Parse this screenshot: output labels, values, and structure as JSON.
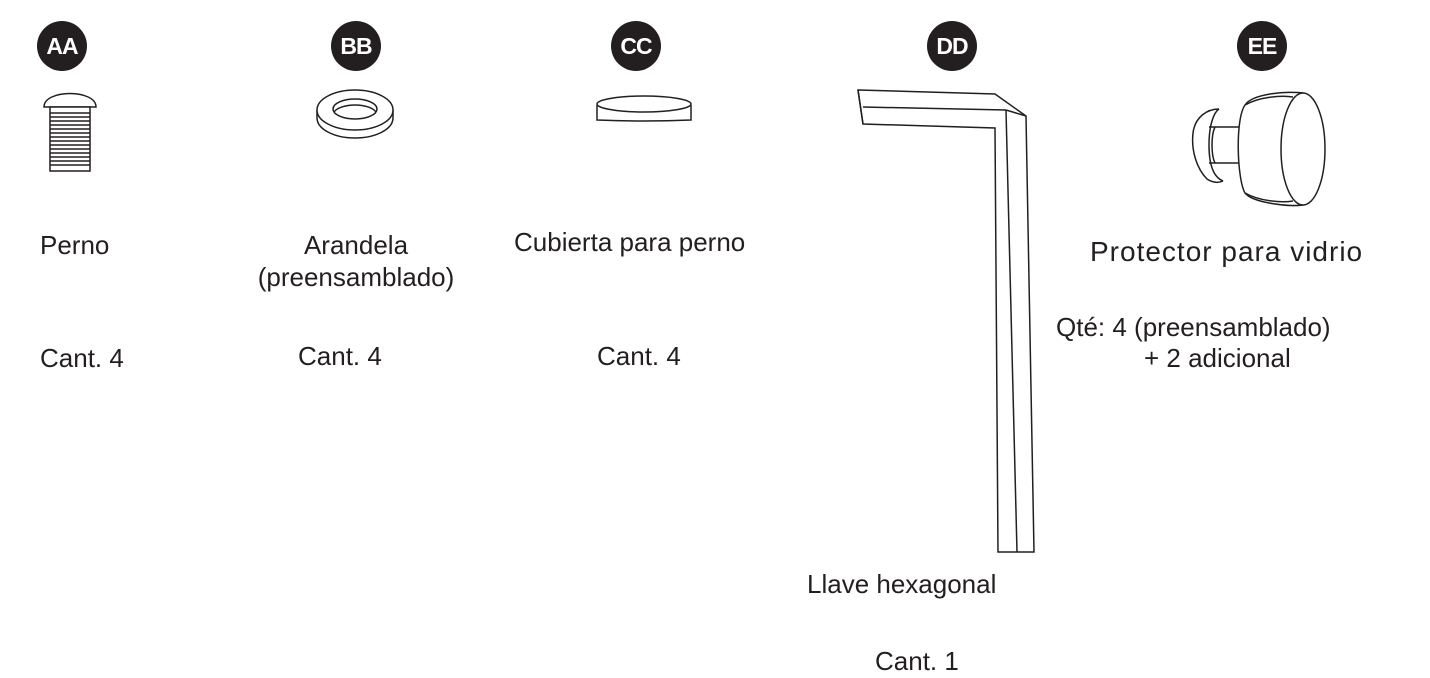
{
  "parts": [
    {
      "code": "AA",
      "name": "Perno",
      "name_line2": "",
      "quantity": "Cant. 4",
      "icon": "bolt-icon"
    },
    {
      "code": "BB",
      "name": "Arandela",
      "name_line2": "(preensamblado)",
      "quantity": "Cant. 4",
      "icon": "washer-icon"
    },
    {
      "code": "CC",
      "name": "Cubierta para perno",
      "name_line2": "",
      "quantity": "Cant. 4",
      "icon": "bolt-cover-icon"
    },
    {
      "code": "DD",
      "name": "Llave hexagonal",
      "name_line2": "",
      "quantity": "Cant. 1",
      "icon": "hex-key-icon"
    },
    {
      "code": "EE",
      "name": "Protector para vidrio",
      "name_line2": "",
      "quantity": "Qté: 4 (preensamblado)",
      "quantity_line2": "+ 2 adicional",
      "icon": "glass-protector-icon"
    }
  ],
  "colors": {
    "ink": "#231f20",
    "background": "#ffffff"
  }
}
